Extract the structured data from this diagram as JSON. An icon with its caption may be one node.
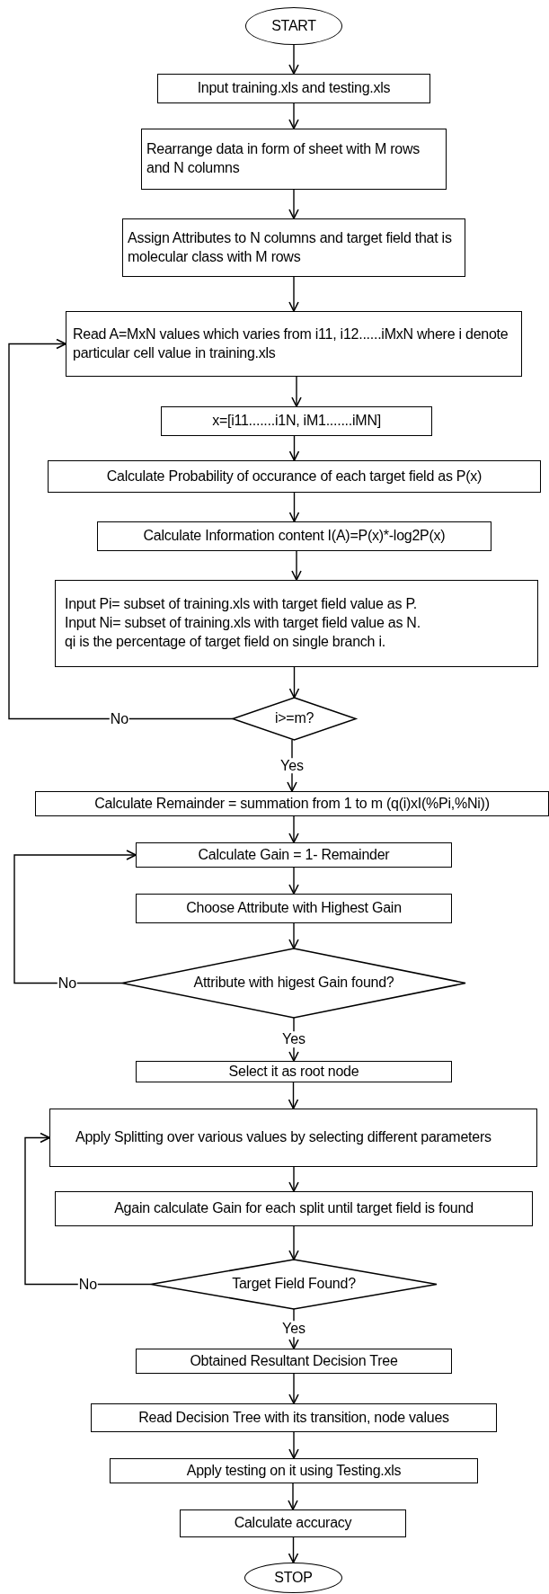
{
  "diagram": {
    "nodes": [
      {
        "text": [
          "START"
        ]
      },
      {
        "text": [
          "Input training.xls and testing.xls"
        ]
      },
      {
        "text": [
          "Rearrange data in form of sheet with M rows and N columns"
        ]
      },
      {
        "text": [
          "Assign Attributes to N columns and target field that is molecular class with M rows"
        ]
      },
      {
        "text": [
          "Read A=MxN values which varies from i11, i12......iMxN where i denote particular cell value in training.xls"
        ]
      },
      {
        "text": [
          "x=[i11.......i1N, iM1.......iMN]"
        ]
      },
      {
        "text": [
          "Calculate Probability of occurance of each target field as P(x)"
        ]
      },
      {
        "text": [
          "Calculate Information content I(A)=P(x)*-log2P(x)"
        ]
      },
      {
        "text": [
          "Input Pi= subset of training.xls with target field value as P.",
          "Input Ni= subset of training.xls with target field value as N.",
          "qi is the percentage of target field on single branch i."
        ]
      },
      {
        "text": [
          "i>=m?"
        ]
      },
      {
        "text": [
          "Calculate Remainder = summation from 1 to m (q(i)xI(%Pi,%Ni))"
        ]
      },
      {
        "text": [
          "Calculate Gain = 1- Remainder"
        ]
      },
      {
        "text": [
          "Choose Attribute with Highest Gain"
        ]
      },
      {
        "text": [
          "Attribute with higest Gain found?"
        ]
      },
      {
        "text": [
          "Select it as root node"
        ]
      },
      {
        "text": [
          "Apply Splitting over various values by selecting different parameters"
        ]
      },
      {
        "text": [
          "Again calculate Gain for each split until target field is found"
        ]
      },
      {
        "text": [
          "Target Field Found?"
        ]
      },
      {
        "text": [
          "Obtained Resultant Decision Tree"
        ]
      },
      {
        "text": [
          "Read Decision Tree with its transition, node values"
        ]
      },
      {
        "text": [
          "Apply testing on it using Testing.xls"
        ]
      },
      {
        "text": [
          "Calculate accuracy"
        ]
      },
      {
        "text": [
          "STOP"
        ]
      }
    ],
    "edges": [
      {
        "from": 0,
        "to": 1,
        "arrow": "to"
      },
      {
        "from": 1,
        "to": 2,
        "arrow": "to"
      },
      {
        "from": 2,
        "to": 3,
        "arrow": "to"
      },
      {
        "from": 3,
        "to": 4,
        "arrow": "to"
      },
      {
        "from": 4,
        "to": 5,
        "arrow": "to"
      },
      {
        "from": 5,
        "to": 6,
        "arrow": "to"
      },
      {
        "from": 6,
        "to": 7,
        "arrow": "to"
      },
      {
        "from": 7,
        "to": 8,
        "arrow": "to"
      },
      {
        "from": 8,
        "to": 9,
        "arrow": "to"
      },
      {
        "from": 9,
        "to": 4,
        "arrow": "to",
        "label": "No"
      },
      {
        "from": 9,
        "to": 10,
        "arrow": "to",
        "label": "Yes"
      },
      {
        "from": 10,
        "to": 11,
        "arrow": "to"
      },
      {
        "from": 11,
        "to": 12,
        "arrow": "to"
      },
      {
        "from": 12,
        "to": 13,
        "arrow": "to"
      },
      {
        "from": 13,
        "to": 11,
        "arrow": "to",
        "label": "No"
      },
      {
        "from": 13,
        "to": 14,
        "arrow": "to",
        "label": "Yes"
      },
      {
        "from": 14,
        "to": 15,
        "arrow": "to"
      },
      {
        "from": 15,
        "to": 16,
        "arrow": "to"
      },
      {
        "from": 16,
        "to": 17,
        "arrow": "to"
      },
      {
        "from": 17,
        "to": 15,
        "arrow": "to",
        "label": "No"
      },
      {
        "from": 17,
        "to": 18,
        "arrow": "to",
        "label": "Yes"
      },
      {
        "from": 18,
        "to": 19,
        "arrow": "to"
      },
      {
        "from": 19,
        "to": 20,
        "arrow": "to"
      },
      {
        "from": 20,
        "to": 21,
        "arrow": "to"
      },
      {
        "from": 21,
        "to": 22,
        "arrow": "to"
      }
    ]
  }
}
